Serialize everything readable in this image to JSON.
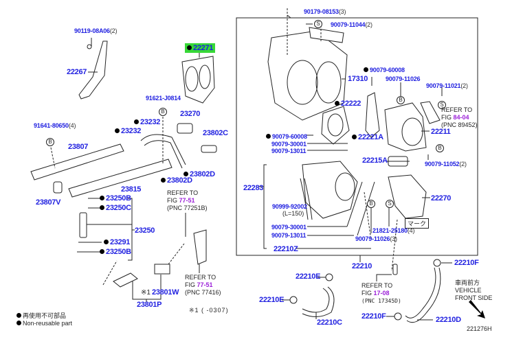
{
  "diagram": {
    "id": "221276H",
    "parts": {
      "p90119": {
        "no": "90119-08A06",
        "qty": "(2)"
      },
      "p22267": {
        "no": "22267"
      },
      "p22271": {
        "no": "22271"
      },
      "p91621": {
        "no": "91621-J0814"
      },
      "p91641": {
        "no": "91641-80650",
        "qty": "(4)"
      },
      "p23232a": {
        "no": "23232"
      },
      "p23232b": {
        "no": "23232"
      },
      "p23270": {
        "no": "23270"
      },
      "p23802C": {
        "no": "23802C"
      },
      "p23807": {
        "no": "23807"
      },
      "p23802Da": {
        "no": "23802D"
      },
      "p23802Db": {
        "no": "23802D"
      },
      "p23815": {
        "no": "23815"
      },
      "p23807V": {
        "no": "23807V"
      },
      "p23250Ba": {
        "no": "23250B"
      },
      "p23250C": {
        "no": "23250C"
      },
      "p23250": {
        "no": "23250"
      },
      "p23291": {
        "no": "23291"
      },
      "p23250Bb": {
        "no": "23250B"
      },
      "p23801W": {
        "no": "23801W"
      },
      "p23801P": {
        "no": "23801P"
      },
      "p90179": {
        "no": "90179-08153",
        "qty": "(3)"
      },
      "p90079_11044": {
        "no": "90079-11044",
        "qty": "(2)"
      },
      "p90079_60008a": {
        "no": "90079-60008"
      },
      "p17310": {
        "no": "17310"
      },
      "p90079_11026a": {
        "no": "90079-11026"
      },
      "p90079_11021": {
        "no": "90079-11021",
        "qty": "(2)"
      },
      "p22222": {
        "no": "22222"
      },
      "p22211": {
        "no": "22211"
      },
      "p90079_60008b": {
        "no": "90079-60008"
      },
      "p90079_30001a": {
        "no": "90079-30001"
      },
      "p22221A": {
        "no": "22221A"
      },
      "p90079_13011a": {
        "no": "90079-13011"
      },
      "p22215A": {
        "no": "22215A"
      },
      "p90079_11052": {
        "no": "90079-11052",
        "qty": "(2)"
      },
      "p22283": {
        "no": "22283"
      },
      "p22270": {
        "no": "22270"
      },
      "p90999": {
        "no": "90999-92002",
        "qty": "(L=150)"
      },
      "p21821": {
        "no": "21821-25180",
        "qty": "(4)"
      },
      "p90079_30001b": {
        "no": "90079-30001"
      },
      "p90079_13011b": {
        "no": "90079-13011"
      },
      "p90079_11026b": {
        "no": "90079-11026",
        "qty": "(3)"
      },
      "p22210Z": {
        "no": "22210Z"
      },
      "p22210": {
        "no": "22210"
      },
      "p22210Ea": {
        "no": "22210E"
      },
      "p22210Eb": {
        "no": "22210E"
      },
      "p22210C": {
        "no": "22210C"
      },
      "p22210Fa": {
        "no": "22210F"
      },
      "p22210Fb": {
        "no": "22210F"
      },
      "p22210D": {
        "no": "22210D"
      }
    },
    "refs": {
      "r1": {
        "line1": "REFER TO",
        "fig_prefix": "FIG ",
        "fig": "77-51",
        "pnc": "(PNC 77251B)"
      },
      "r2": {
        "line1": "REFER TO",
        "fig_prefix": "FIG ",
        "fig": "77-51",
        "pnc": "(PNC 77416)"
      },
      "r3": {
        "line1": "REFER TO",
        "fig_prefix": "FIG ",
        "fig": "84-04",
        "pnc": "(PNC 89452)"
      },
      "r4": {
        "line1": "REFER TO",
        "fig_prefix": "FIG ",
        "fig": "17-08",
        "pnc": "(PNC 17345D)"
      }
    },
    "markers": {
      "b": "B",
      "s": "S"
    },
    "mark_label": "マーク",
    "note_star": "※1",
    "footnote_range": "※1 (     -0307)",
    "vehicle_front": {
      "jp": "車両前方",
      "line1": "VEHICLE",
      "line2": "FRONT SIDE"
    },
    "legend": {
      "jp": "再使用不可部品",
      "en": "Non-reusable part"
    },
    "colors": {
      "part_number": "#1f1fe0",
      "fig_link": "#9b1fd8",
      "highlight": "#37d837"
    }
  }
}
